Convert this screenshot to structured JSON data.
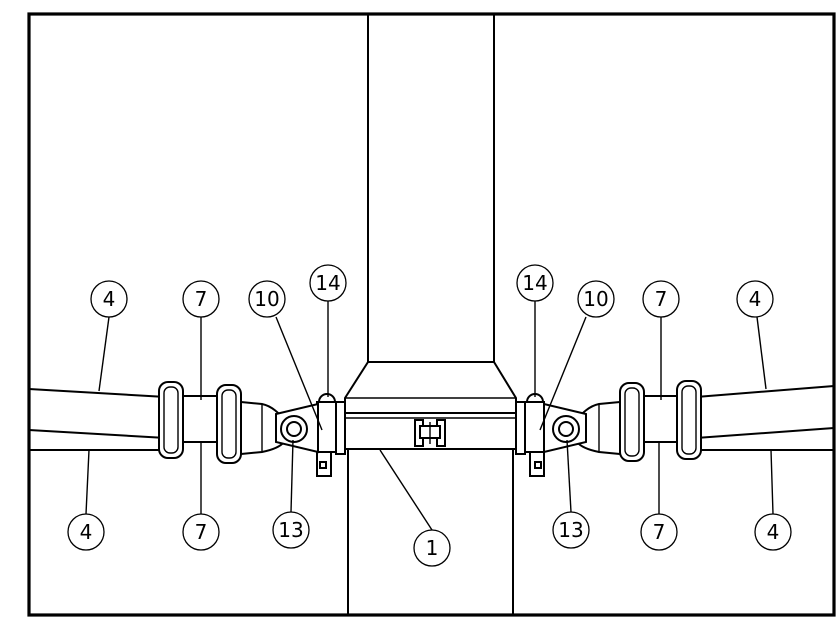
{
  "callouts": {
    "left_4_top": "4",
    "left_7_top": "7",
    "left_10": "10",
    "left_14": "14",
    "right_14": "14",
    "right_10": "10",
    "right_7_top": "7",
    "right_4_top": "4",
    "left_4_bottom": "4",
    "left_7_bottom": "7",
    "left_13": "13",
    "center_1": "1",
    "right_13": "13",
    "right_7_bottom": "7",
    "right_4_bottom": "4"
  },
  "colors": {
    "line": "#000000",
    "background": "#ffffff"
  }
}
